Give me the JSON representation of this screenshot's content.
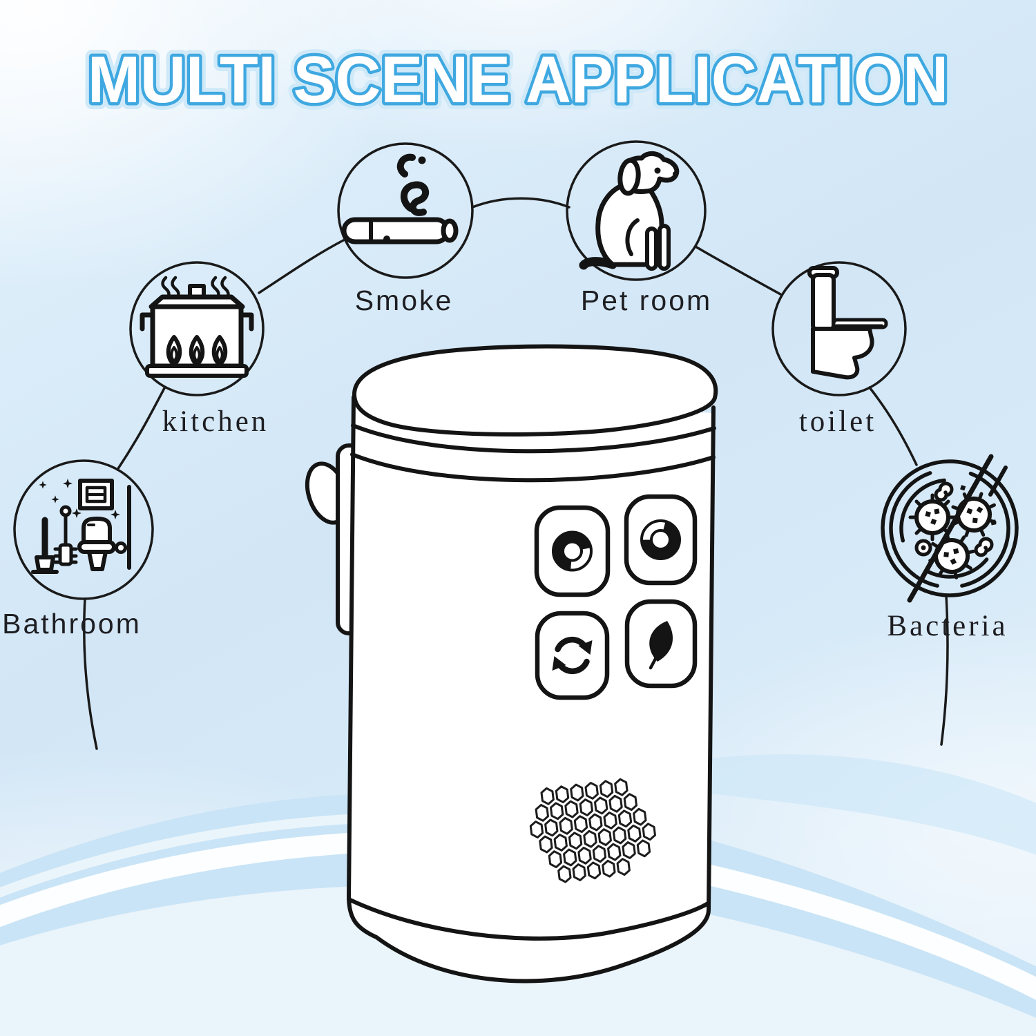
{
  "title": "MULTI SCENE APPLICATION",
  "colors": {
    "title_blue": "#3fa8e0",
    "line_black": "#1a1a1a",
    "background_blue": "#d6e9f7",
    "wave_blue": "#c9e4f6"
  },
  "scenes": [
    {
      "label": "Smoke",
      "icon": "cigarette-icon"
    },
    {
      "label": "Pet room",
      "icon": "dog-icon"
    },
    {
      "label": "kitchen",
      "icon": "cooking-pot-icon"
    },
    {
      "label": "toilet",
      "icon": "toilet-icon"
    },
    {
      "label": "Bathroom",
      "icon": "bathroom-cleaning-icon"
    },
    {
      "label": "Bacteria",
      "icon": "no-bacteria-icon"
    }
  ],
  "device": {
    "buttons": [
      {
        "icon": "dial-knob-icon"
      },
      {
        "icon": "dial-knob-icon"
      },
      {
        "icon": "cycle-arrows-icon"
      },
      {
        "icon": "leaf-icon"
      }
    ]
  }
}
